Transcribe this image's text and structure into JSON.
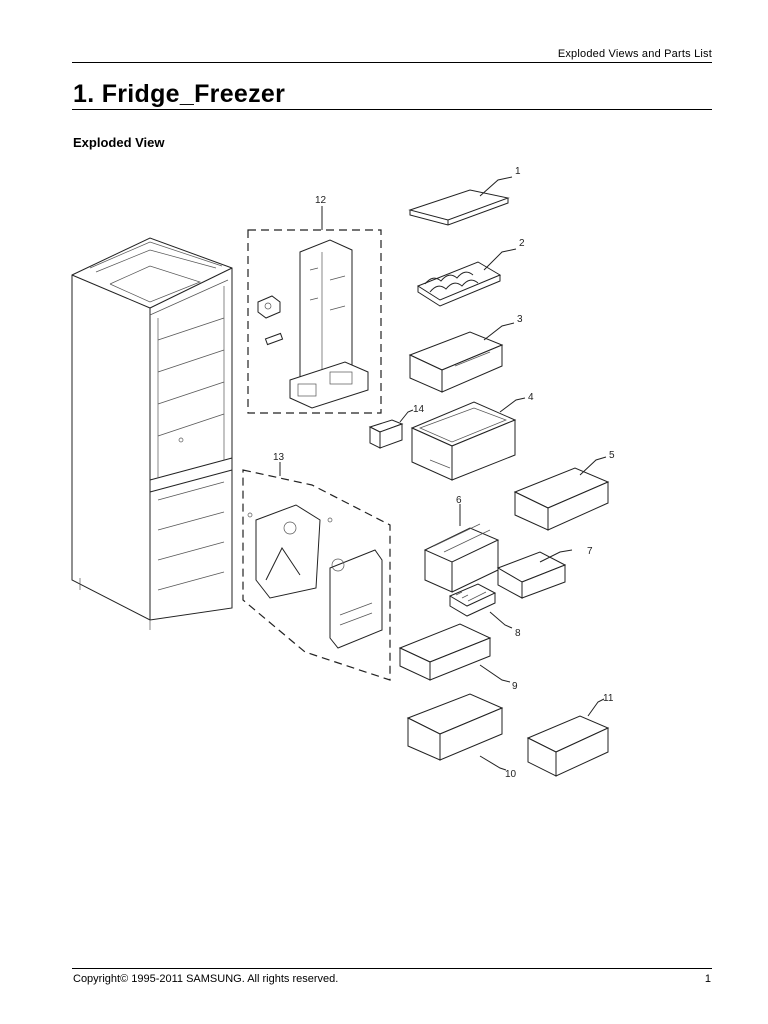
{
  "header": {
    "text": "Exploded Views and Parts List"
  },
  "title": "1. Fridge_Freezer",
  "section_title": "Exploded View",
  "callouts": [
    {
      "id": "1",
      "label": "1"
    },
    {
      "id": "2",
      "label": "2"
    },
    {
      "id": "3",
      "label": "3"
    },
    {
      "id": "4",
      "label": "4"
    },
    {
      "id": "5",
      "label": "5"
    },
    {
      "id": "6",
      "label": "6"
    },
    {
      "id": "7",
      "label": "7"
    },
    {
      "id": "8",
      "label": "8"
    },
    {
      "id": "9",
      "label": "9"
    },
    {
      "id": "10",
      "label": "10"
    },
    {
      "id": "11",
      "label": "11"
    },
    {
      "id": "12",
      "label": "12"
    },
    {
      "id": "13",
      "label": "13"
    },
    {
      "id": "14",
      "label": "14"
    }
  ],
  "footer": {
    "copyright": "Copyright© 1995-2011 SAMSUNG. All rights reserved.",
    "page_number": "1"
  }
}
